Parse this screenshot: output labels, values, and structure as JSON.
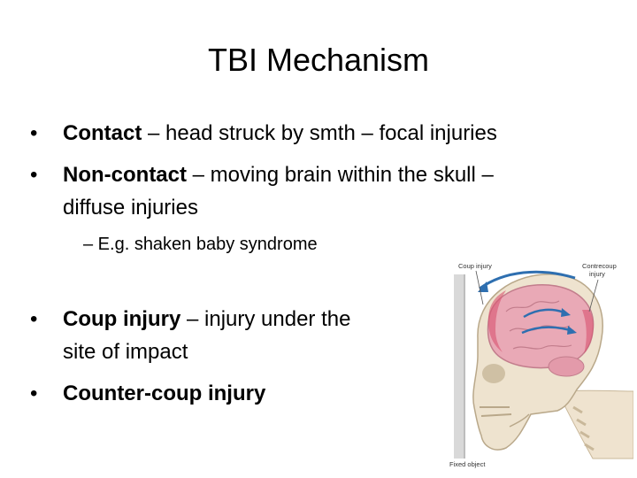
{
  "slide": {
    "title": "TBI Mechanism",
    "bullets": [
      {
        "bold": "Contact",
        "rest": " – head struck by smth – focal injuries"
      },
      {
        "bold": "Non-contact",
        "rest": " – moving brain within the skull –",
        "continuation": "diffuse injuries",
        "sub": "– E.g. shaken baby syndrome"
      },
      {
        "bold": "Coup injury",
        "rest": " – injury under the",
        "continuation": "site of impact"
      },
      {
        "bold": "Counter-coup injury",
        "rest": ""
      }
    ]
  },
  "figure": {
    "label_coup": "Coup injury",
    "label_contrecoup_1": "Contrecoup",
    "label_contrecoup_2": "injury",
    "label_fixed": "Fixed object",
    "colors": {
      "brain": "#e9a9b6",
      "injury": "#d9536f",
      "skull": "#e8dcc6",
      "arrow": "#2e6fb0"
    }
  }
}
